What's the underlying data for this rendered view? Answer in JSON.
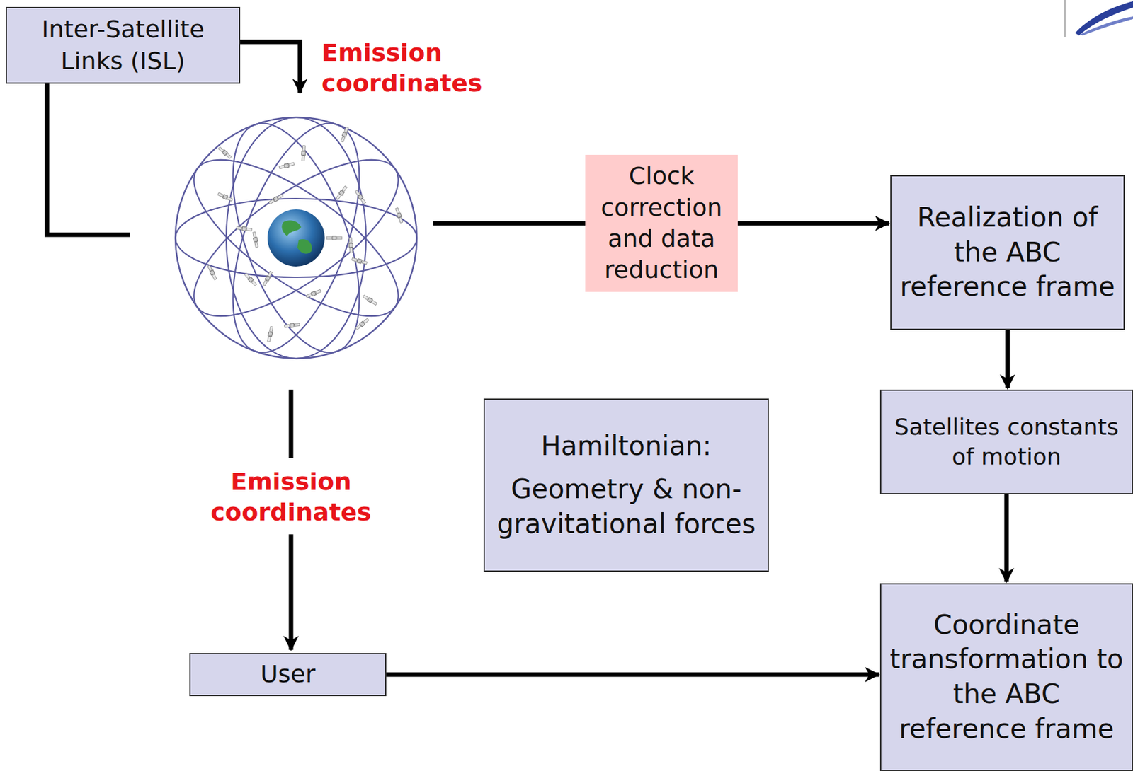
{
  "diagram": {
    "nodes": [
      {
        "text": [
          "Inter-Satellite Links (ISL)"
        ]
      },
      {
        "text": [
          "Clock correction and data reduction"
        ]
      },
      {
        "text": [
          "Realization of the ABC reference frame"
        ]
      },
      {
        "text": [
          "Hamiltonian:",
          "Geometry & non-gravitational forces"
        ]
      },
      {
        "text": [
          "Satellites constants of motion"
        ]
      },
      {
        "text": [
          "User"
        ]
      },
      {
        "text": [
          "Coordinate transformation to the ABC reference frame"
        ]
      }
    ],
    "edges": [
      {
        "from": 1,
        "to": 2,
        "arrow": "to"
      },
      {
        "from": 2,
        "to": 4,
        "arrow": "to"
      },
      {
        "from": 4,
        "to": 6,
        "arrow": "to"
      },
      {
        "from": 5,
        "to": 6,
        "arrow": "to"
      }
    ],
    "labels": [
      "Emission coordinates",
      "Emission coordinates"
    ]
  }
}
